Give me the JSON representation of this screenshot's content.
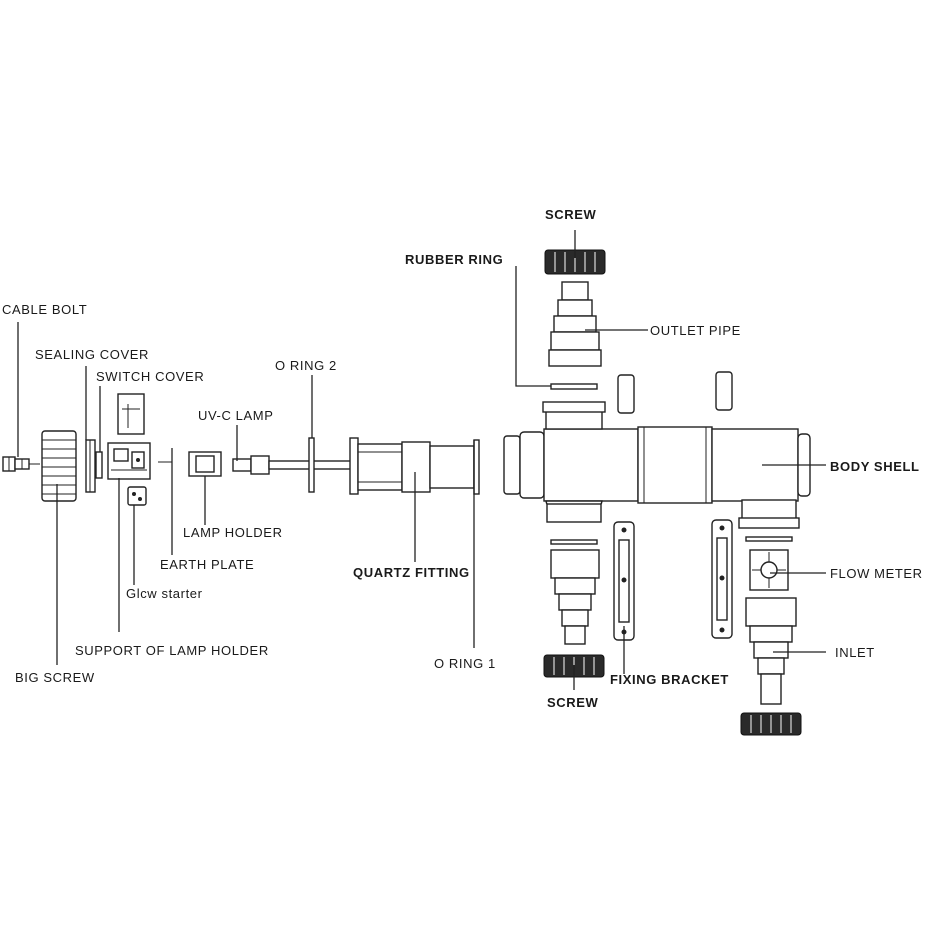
{
  "labels": {
    "screw_top": "SCREW",
    "rubber_ring": "RUBBER RING",
    "outlet_pipe": "OUTLET PIPE",
    "cable_bolt": "CABLE BOLT",
    "sealing_cover": "SEALING COVER",
    "switch_cover": "SWITCH COVER",
    "o_ring_2": "O RING 2",
    "uvc_lamp": "UV-C LAMP",
    "body_shell": "BODY SHELL",
    "lamp_holder": "LAMP HOLDER",
    "earth_plate": "EARTH PLATE",
    "quartz_fitting": "QUARTZ FITTING",
    "flow_meter": "FLOW METER",
    "glow_starter": "Glcw starter",
    "support_of_lamp_holder": "SUPPORT OF LAMP HOLDER",
    "inlet": "INLET",
    "o_ring_1": "O RING 1",
    "big_screw": "BIG SCREW",
    "fixing_bracket": "FIXING BRACKET",
    "screw_bottom": "SCREW"
  }
}
